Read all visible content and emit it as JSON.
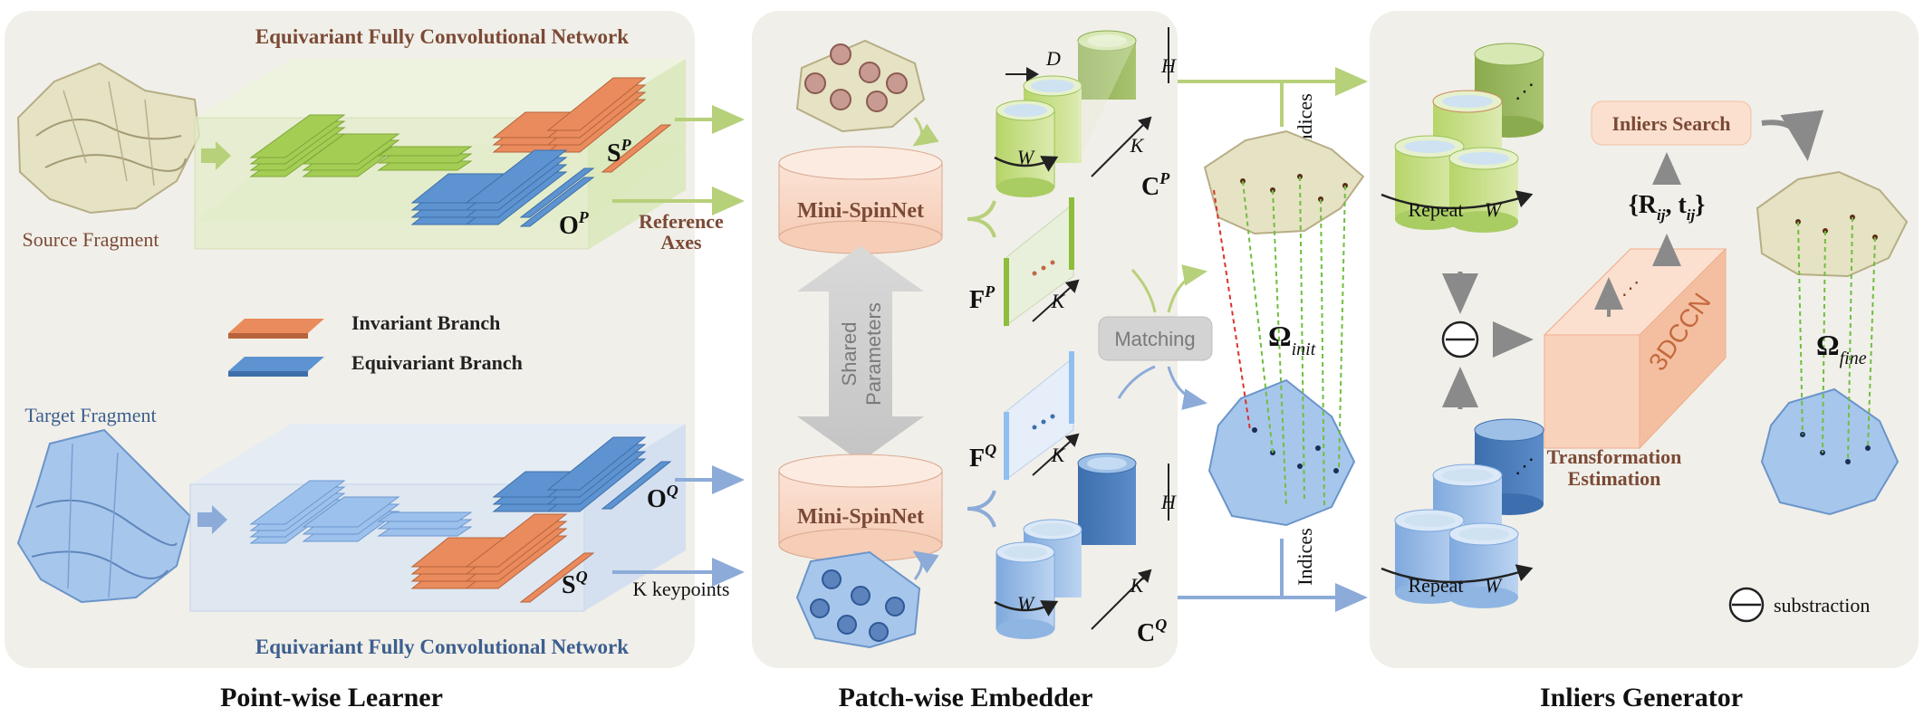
{
  "panels": {
    "left_title": "Point-wise Learner",
    "middle_title": "Patch-wise Embedder",
    "right_title": "Inliers Generator"
  },
  "left": {
    "efcn_top": "Equivariant Fully Convolutional Network",
    "efcn_bottom": "Equivariant Fully Convolutional Network",
    "source_fragment": "Source Fragment",
    "target_fragment": "Target Fragment",
    "sp": "S",
    "sp_sup": "P",
    "op": "O",
    "op_sup": "P",
    "oq": "O",
    "oq_sup": "Q",
    "sq": "S",
    "sq_sup": "Q",
    "reference_axes_1": "Reference",
    "reference_axes_2": "Axes",
    "k_keypoints": "K keypoints",
    "legend_invariant": "Invariant Branch",
    "legend_equivariant": "Equivariant Branch"
  },
  "middle": {
    "minispinnet_top": "Mini-SpinNet",
    "minispinnet_bottom": "Mini-SpinNet",
    "shared_1": "Shared",
    "shared_2": "Parameters",
    "matching": "Matching",
    "d": "D",
    "h_top": "H",
    "h_bottom": "H",
    "w_top": "W",
    "w_bottom": "W",
    "k_cp": "K",
    "k_fp": "K",
    "k_fq": "K",
    "k_cq": "K",
    "cp": "C",
    "cp_sup": "P",
    "fp": "F",
    "fp_sup": "P",
    "fq": "F",
    "fq_sup": "Q",
    "cq": "C",
    "cq_sup": "Q"
  },
  "right": {
    "indices_top": "Indices",
    "indices_bottom": "Indices",
    "omega_init": "Ω",
    "omega_init_sub": "init",
    "repeat_top": "Repeat",
    "repeat_bottom": "Repeat",
    "w_top": "W",
    "w_bottom": "W",
    "inliers_search": "Inliers Search",
    "rt": "{R",
    "rt_sub1": "ij",
    "rt_mid": ", t",
    "rt_sub2": "ij",
    "rt_end": "}",
    "dccn": "3DCCN",
    "transformation_1": "Transformation",
    "transformation_2": "Estimation",
    "omega_fine": "Ω",
    "omega_fine_sub": "fine",
    "subtraction": "substraction"
  },
  "colors": {
    "green": "#c6dc8a",
    "blue": "#8fb5e3",
    "orange": "#e98b5c",
    "panel": "#f1efe9"
  }
}
